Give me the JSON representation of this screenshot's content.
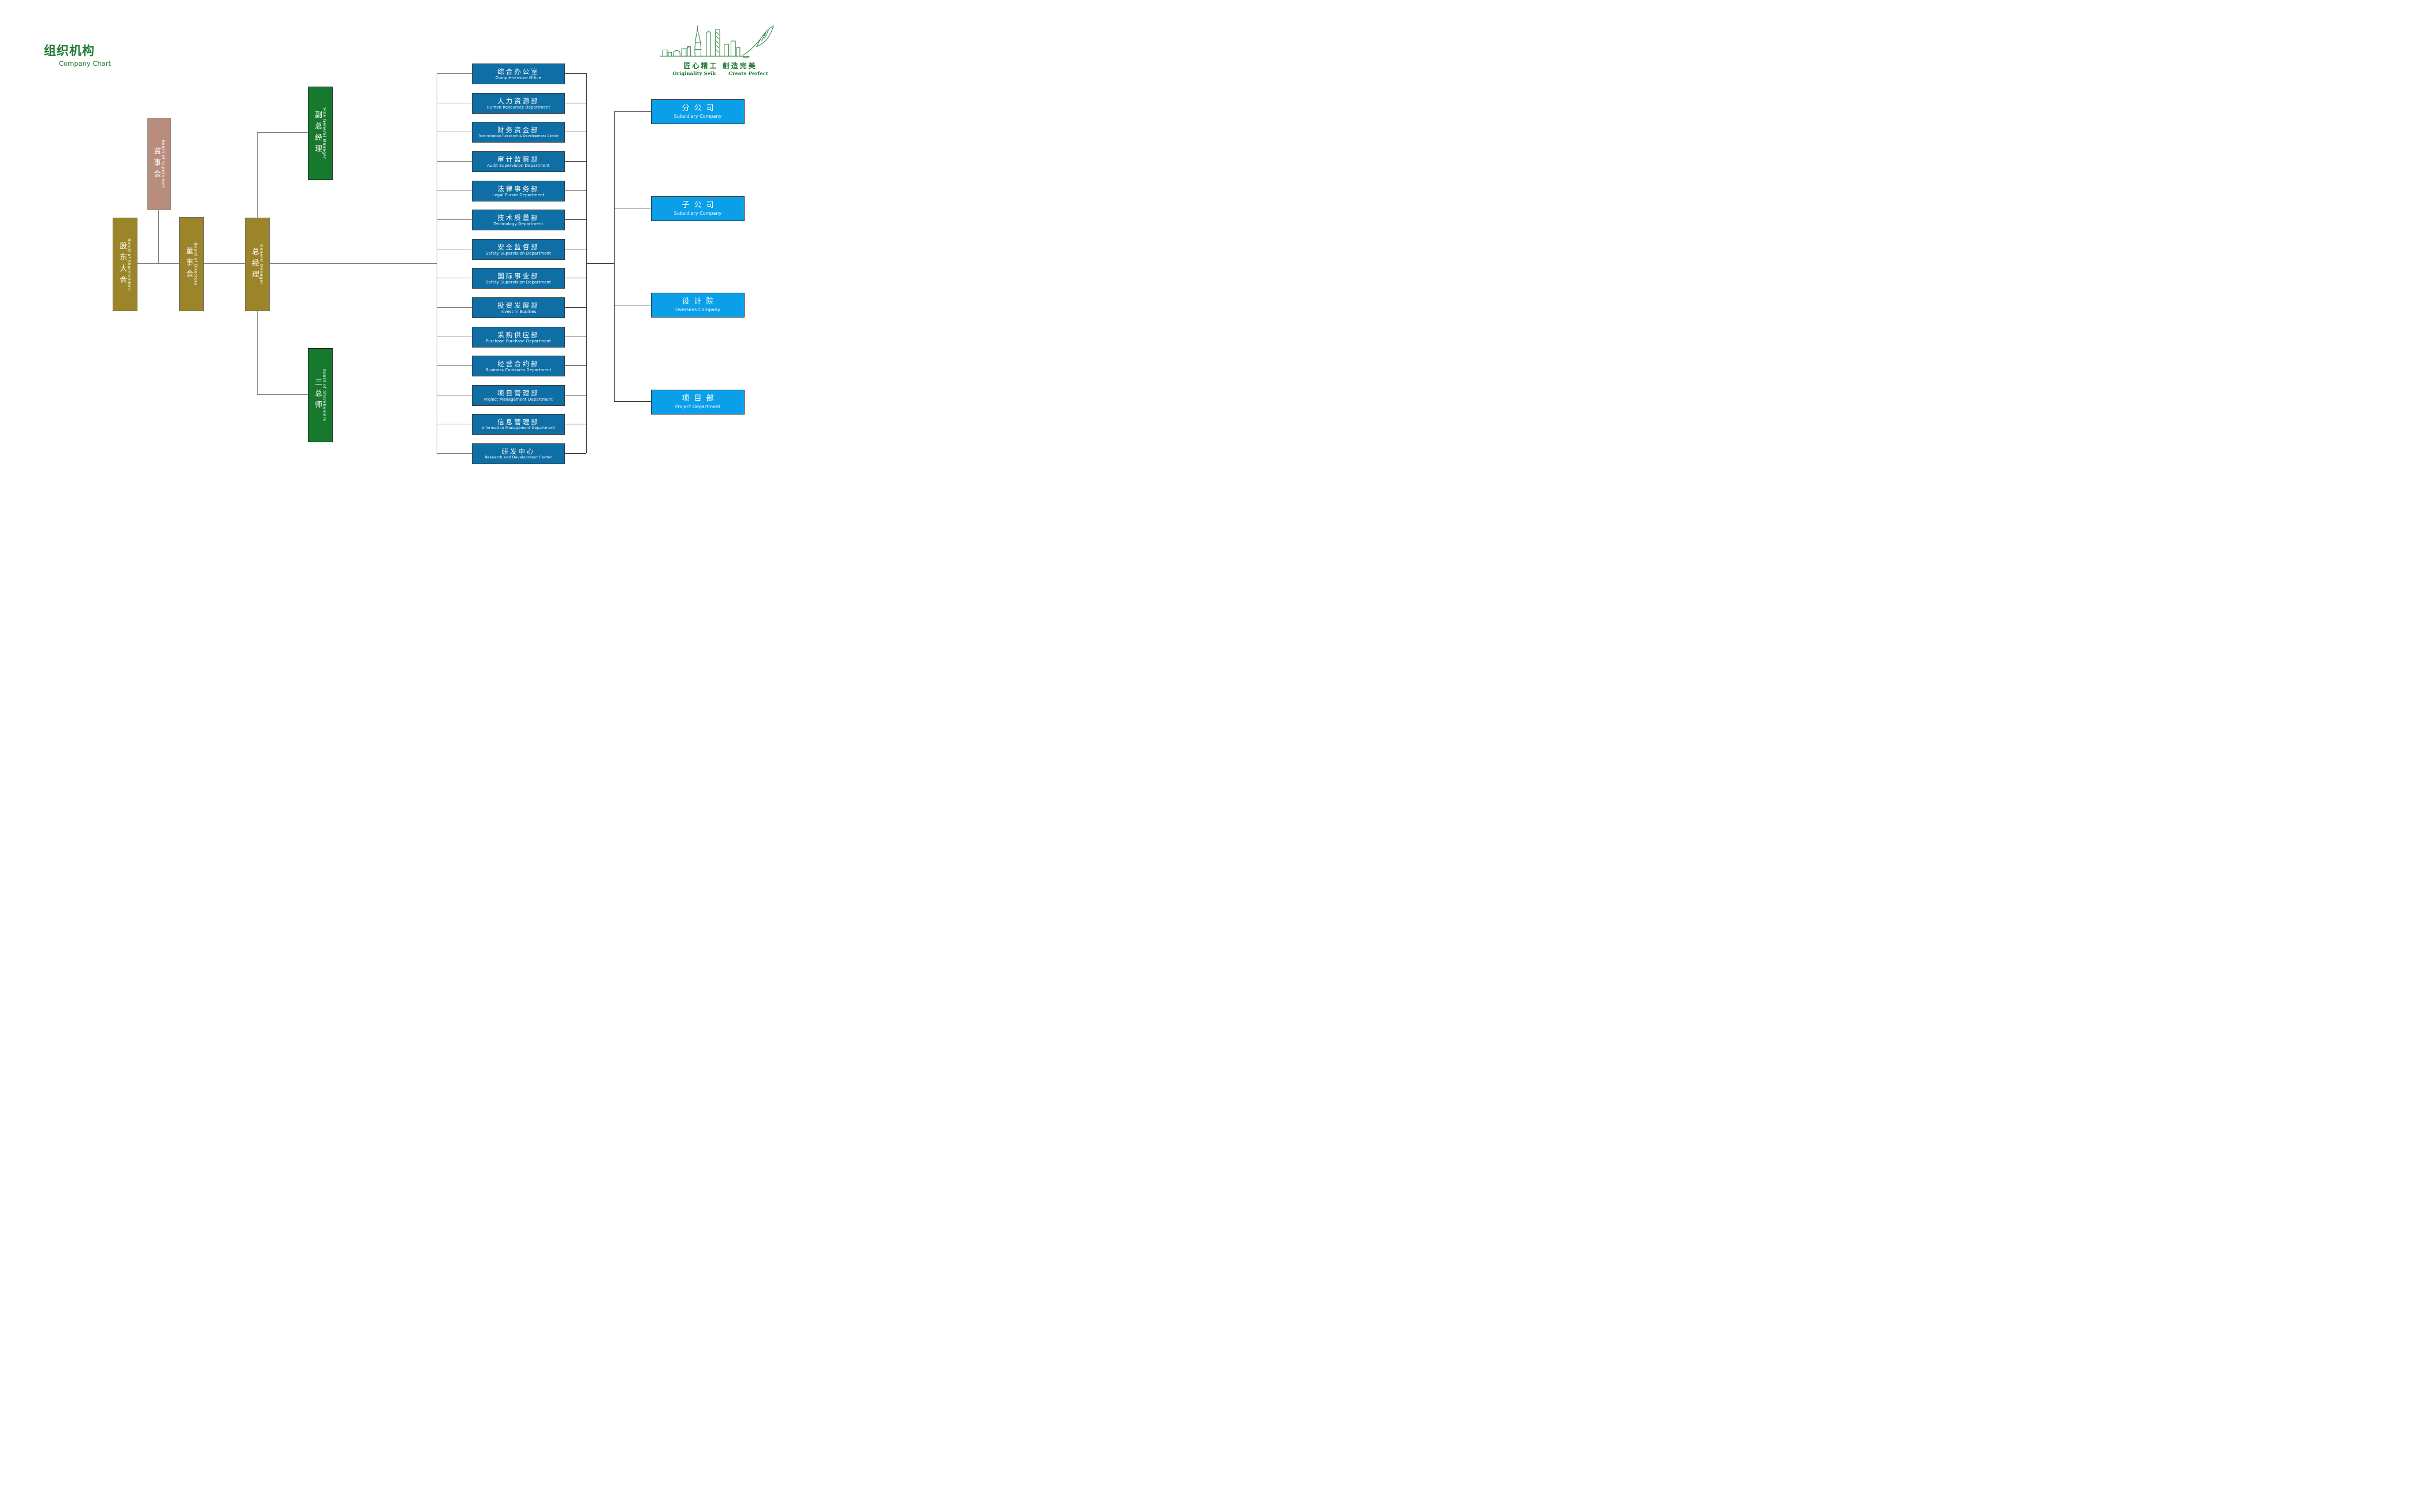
{
  "page": {
    "title_cn": "组织机构",
    "title_en": "Company Chart"
  },
  "logo": {
    "slogan_cn": "匠心精工 創造完美",
    "slogan_en_left": "Originality Seik",
    "slogan_en_right": "Create Perfect"
  },
  "governance": {
    "supervisors": {
      "cn": "监事会",
      "en": "Board of Supervisors"
    },
    "shareholders": {
      "cn": "股东大会",
      "en": "Board of Shareholders"
    },
    "directors": {
      "cn": "董事会",
      "en": "Board of Directors"
    },
    "general_manager": {
      "cn": "总经理",
      "en": "General Manager"
    },
    "vice_general_manager": {
      "cn": "副总经理",
      "en": "Vice General Manager"
    },
    "three_chiefs": {
      "cn": "三总师",
      "en": "Board of Shareholders"
    }
  },
  "departments": [
    {
      "cn": "综合办公室",
      "en": "Comprehensive Office"
    },
    {
      "cn": "人力资源部",
      "en": "Human Resources Department"
    },
    {
      "cn": "财务资金部",
      "en": "Technological Research & Development Center"
    },
    {
      "cn": "审计监察部",
      "en": "Audit Supervision Department"
    },
    {
      "cn": "法律事务部",
      "en": "Legal Purser Department"
    },
    {
      "cn": "技术质量部",
      "en": "Technology Department"
    },
    {
      "cn": "安全监督部",
      "en": "Safety Supervision Department"
    },
    {
      "cn": "国际事业部",
      "en": "Safety Supervision Department"
    },
    {
      "cn": "投资发展部",
      "en": "Invest in Equities"
    },
    {
      "cn": "采购供应部",
      "en": "Purchase Purchase Department"
    },
    {
      "cn": "经营合约部",
      "en": "Business Contracts Department"
    },
    {
      "cn": "项目管理部",
      "en": "Project Management Department"
    },
    {
      "cn": "信息管理部",
      "en": "Information Management Department"
    },
    {
      "cn": "研发中心",
      "en": "Research and Development Center"
    }
  ],
  "branches": [
    {
      "cn": "分公司",
      "en": "Subsidiary Company"
    },
    {
      "cn": "子公司",
      "en": "Subsidiary Company"
    },
    {
      "cn": "设计院",
      "en": "Overseas Company"
    },
    {
      "cn": "项目部",
      "en": "Project Department"
    }
  ],
  "colors": {
    "brand-green": "#1e7b33",
    "green-box": "#17792e",
    "olive-box": "#9b8528",
    "rose-box": "#b98d7e",
    "dept-blue": "#0f6fa5",
    "branch-cyan": "#0a9fe8",
    "line-gray": "#7b7b7b",
    "line-dark": "#333333"
  }
}
